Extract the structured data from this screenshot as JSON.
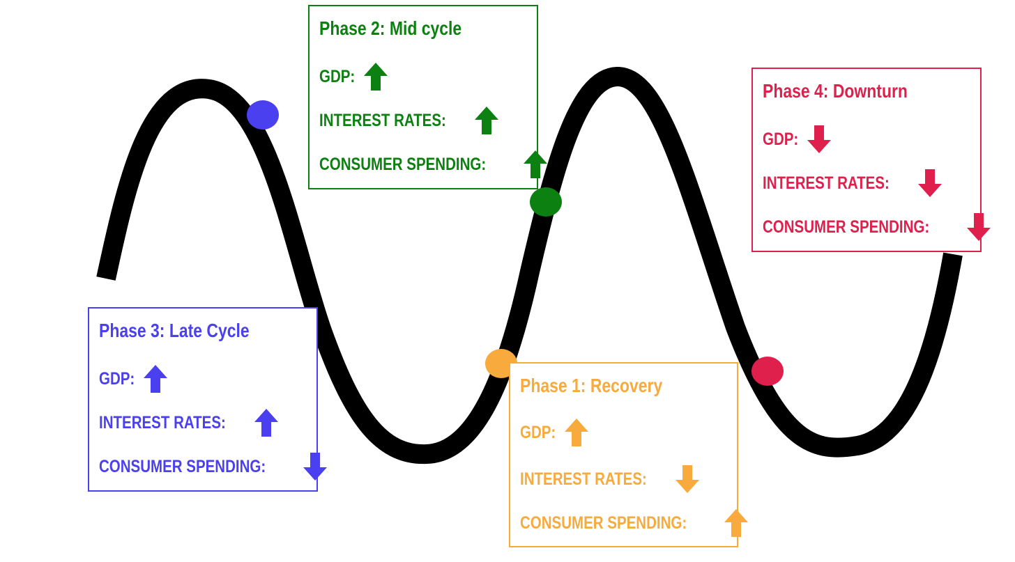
{
  "phases": [
    {
      "id": "phase-1",
      "title": "Phase 1: Recovery",
      "color": "#f8aa3c",
      "rows": [
        {
          "label": "GDP:",
          "direction": "up"
        },
        {
          "label": "INTEREST RATES:",
          "direction": "down"
        },
        {
          "label": "CONSUMER SPENDING:",
          "direction": "up"
        }
      ]
    },
    {
      "id": "phase-2",
      "title": "Phase 2: Mid cycle",
      "color": "#0c8010",
      "rows": [
        {
          "label": "GDP:",
          "direction": "up"
        },
        {
          "label": "INTEREST RATES:",
          "direction": "up"
        },
        {
          "label": "CONSUMER SPENDING:",
          "direction": "up"
        }
      ]
    },
    {
      "id": "phase-3",
      "title": "Phase 3: Late Cycle",
      "color": "#4a40f0",
      "rows": [
        {
          "label": "GDP:",
          "direction": "up"
        },
        {
          "label": "INTEREST RATES:",
          "direction": "up"
        },
        {
          "label": "CONSUMER SPENDING:",
          "direction": "down"
        }
      ]
    },
    {
      "id": "phase-4",
      "title": "Phase 4: Downturn",
      "color": "#e0204c",
      "rows": [
        {
          "label": "GDP:",
          "direction": "down"
        },
        {
          "label": "INTEREST RATES:",
          "direction": "down"
        },
        {
          "label": "CONSUMER SPENDING:",
          "direction": "down"
        }
      ]
    }
  ],
  "curve_color": "#000000",
  "marker_colors": {
    "phase-1": "#f8aa3c",
    "phase-2": "#0c8010",
    "phase-3": "#4a40f0",
    "phase-4": "#e0204c"
  }
}
